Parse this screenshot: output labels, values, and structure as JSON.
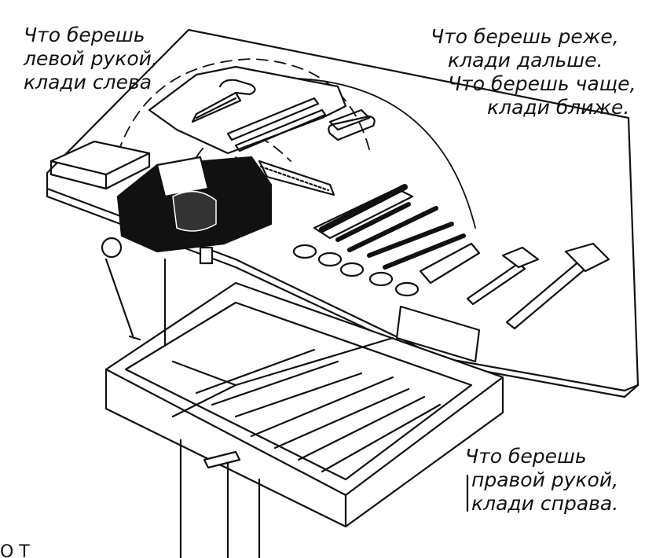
{
  "captions": {
    "left": [
      "Что берешь",
      "левой рукой,",
      "клади слева"
    ],
    "top_right": [
      "Что берешь реже,",
      "клади дальше.",
      "Что берешь чаще,",
      "клади ближе."
    ],
    "bottom_right": [
      "Что берешь",
      "правой рукой,",
      "клади справа."
    ]
  },
  "figure_label": "О Т",
  "colors": {
    "ink": "#111111",
    "paper": "#ffffff"
  }
}
